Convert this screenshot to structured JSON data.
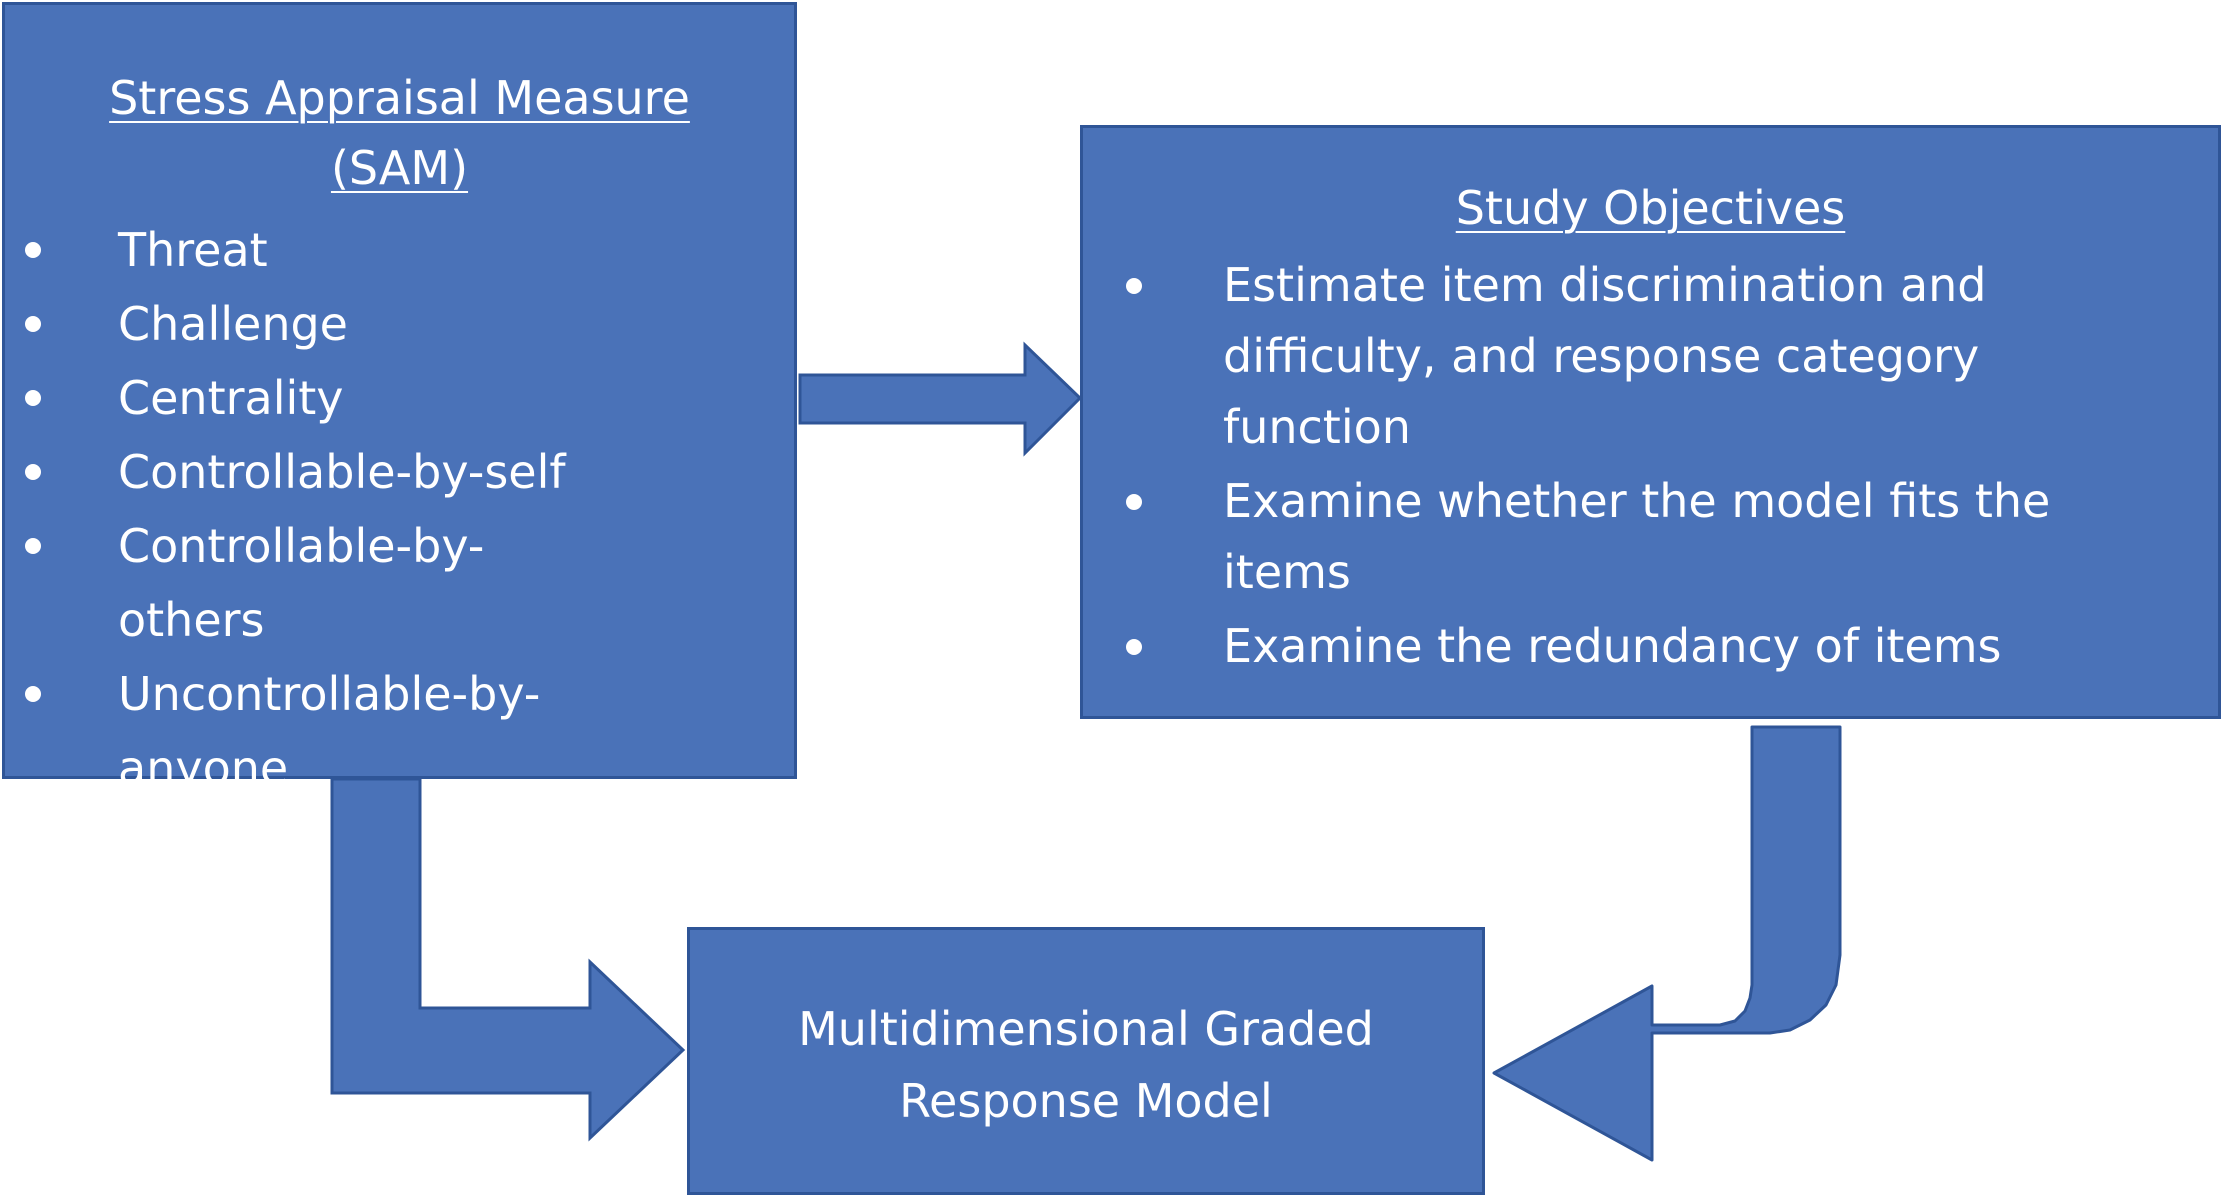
{
  "colors": {
    "box_fill": "#4a72b8",
    "box_border": "#2f5597",
    "text": "#ffffff"
  },
  "sam": {
    "title_line1": "Stress Appraisal Measure",
    "title_line2": "(SAM)",
    "items": [
      "Threat",
      "Challenge",
      "Centrality",
      "Controllable-by-self",
      "Controllable-by-others",
      "Uncontrollable-by-anyone"
    ]
  },
  "objectives": {
    "title": "Study Objectives",
    "items": [
      "Estimate item discrimination and difficulty, and response category function",
      "Examine whether the model fits the items",
      "Examine the redundancy of items"
    ]
  },
  "model": {
    "line1": "Multidimensional Graded",
    "line2": "Response Model"
  }
}
